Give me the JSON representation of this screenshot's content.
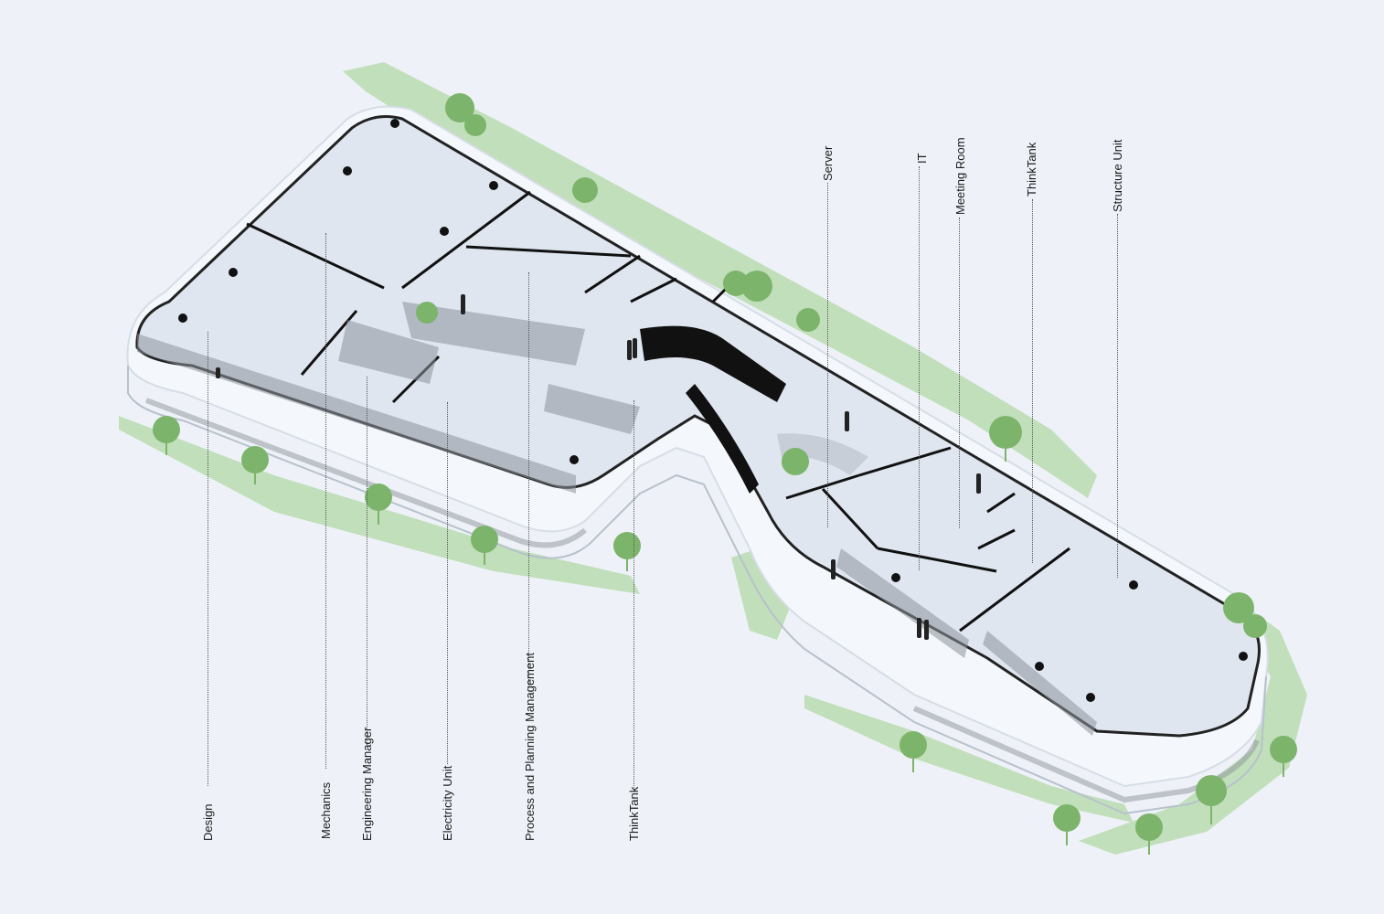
{
  "labels": {
    "design": "Design",
    "mechanics": "Mechanics",
    "engineering_manager": "Engineering Manager",
    "electricity_unit": "Electricity Unit",
    "process_planning": "Process and Planning Management",
    "thinktank_lower": "ThinkTank",
    "server": "Server",
    "it": "IT",
    "meeting_room": "Meeting Room",
    "thinktank_upper": "ThinkTank",
    "structure_unit": "Structure Unit"
  },
  "colors": {
    "background": "#eef2f8",
    "landscape": "#b9dcb0",
    "tree": "#7db46c",
    "slab": "#f4f7fb",
    "floor": "#dfe6ef",
    "wall": "#111111",
    "glazing": "#8d949c"
  }
}
